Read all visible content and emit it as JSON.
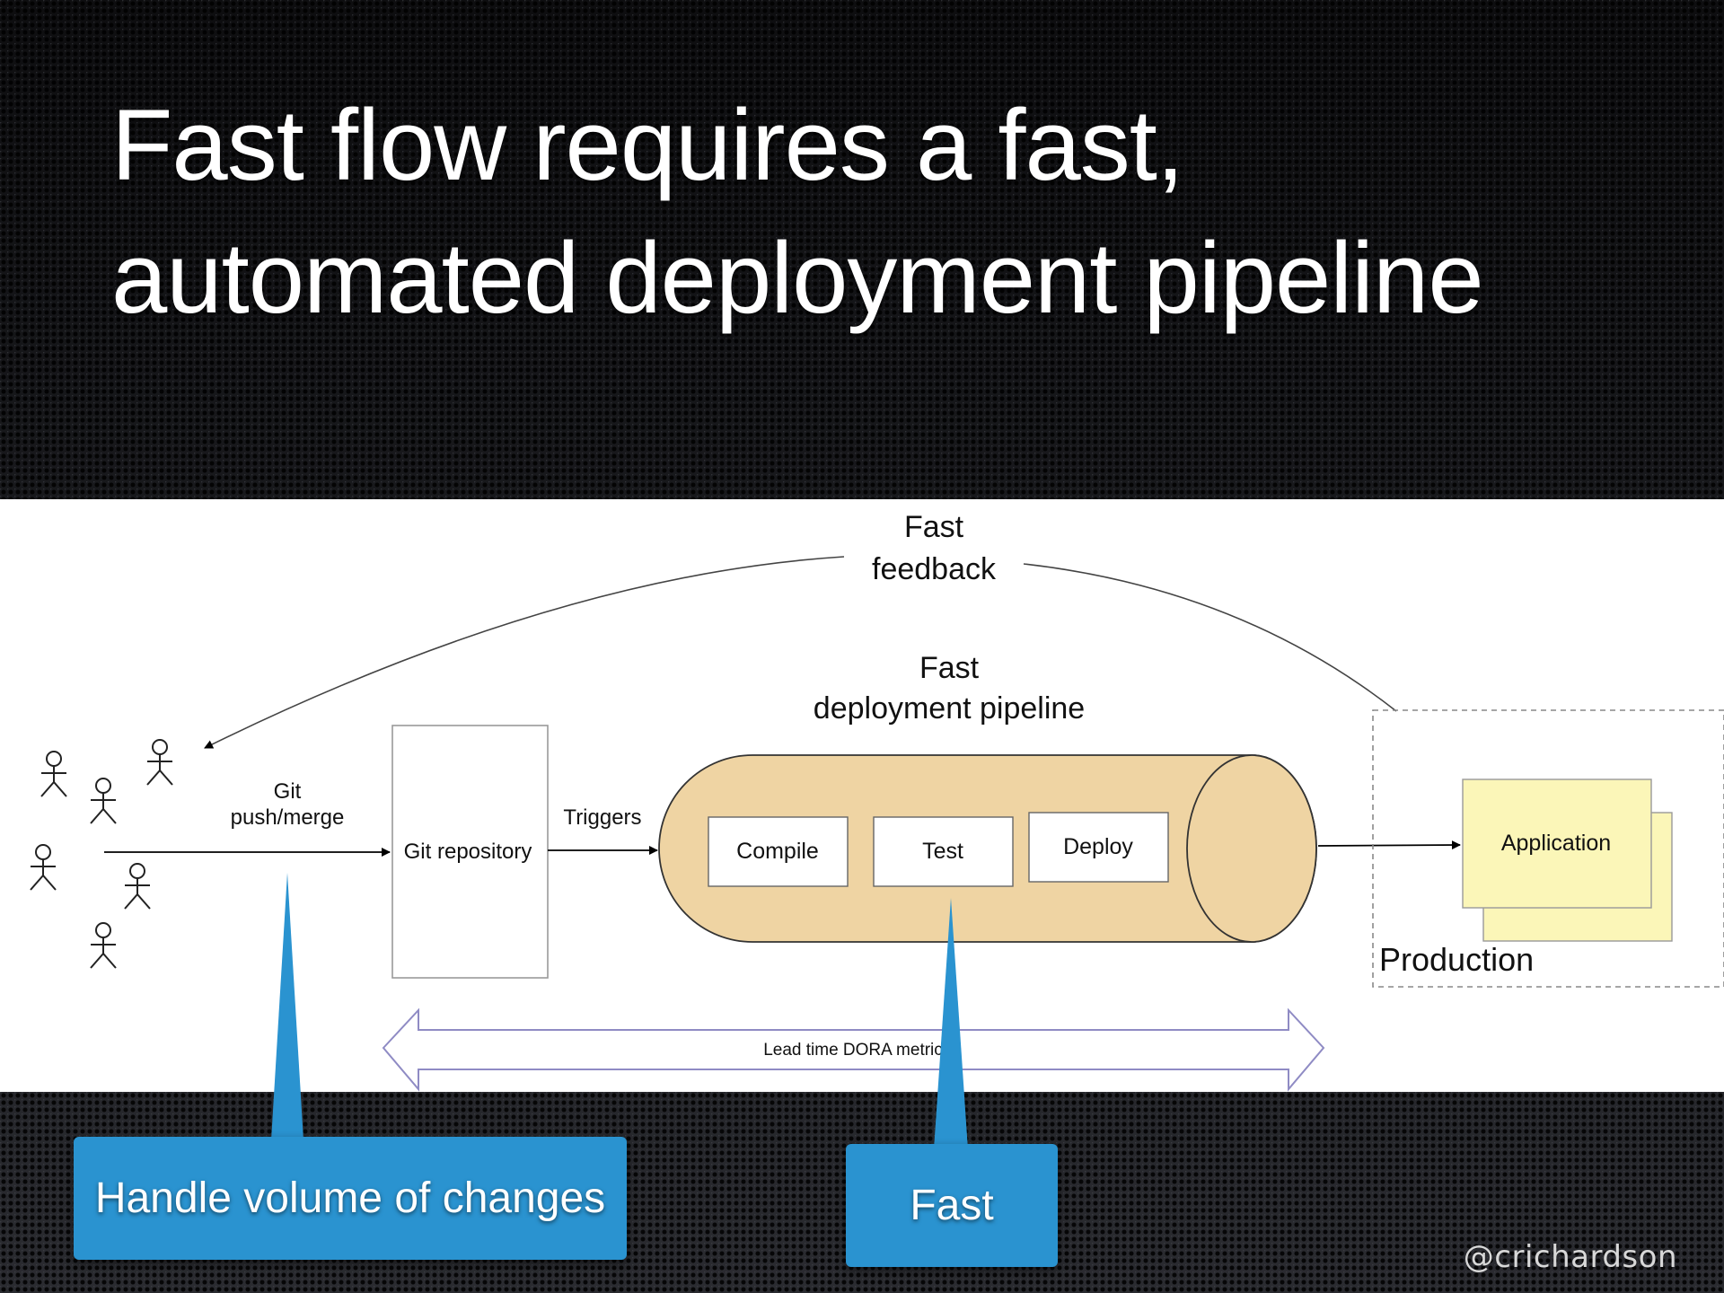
{
  "slide": {
    "title_line1": "Fast flow requires a fast,",
    "title_line2": "automated deployment pipeline",
    "credit": "@crichardson"
  },
  "diagram": {
    "feedback_line1": "Fast",
    "feedback_line2": "feedback",
    "pipeline_line1": "Fast",
    "pipeline_line2": "deployment pipeline",
    "git_line1": "Git",
    "git_line2": "push/merge",
    "repository": "Git repository",
    "triggers": "Triggers",
    "stages": [
      "Compile",
      "Test",
      "Deploy"
    ],
    "application": "Application",
    "production": "Production",
    "lead_time": "Lead time DORA metric"
  },
  "callouts": {
    "volume": "Handle volume of changes",
    "fast": "Fast"
  },
  "colors": {
    "callout": "#2a93d0",
    "pipeline_fill": "#efd4a3",
    "application_fill": "#fbf6b8",
    "lead_time_arrow": "#8f8bc4"
  }
}
